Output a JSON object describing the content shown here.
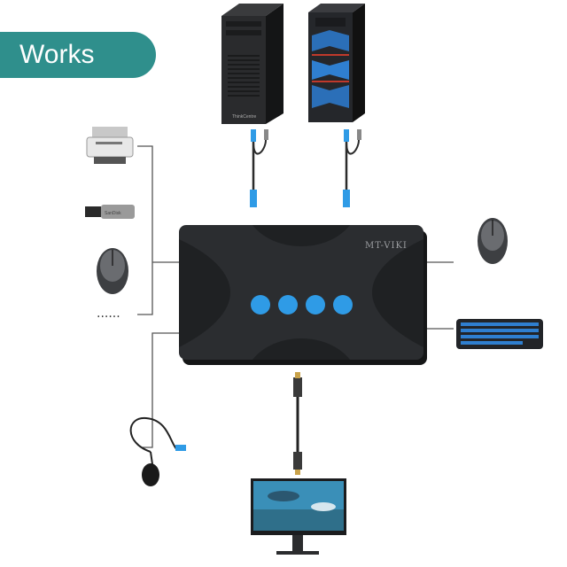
{
  "badge": {
    "label": "Works"
  },
  "switch": {
    "brand": "MT-VIKI",
    "buttons": 4,
    "button_color": "#2f9be6",
    "body_color": "#2b2d30"
  },
  "desktop_logo": "ThinkCentre",
  "dots": "......",
  "colors": {
    "badge": "#2f8f8c",
    "cable_blue": "#2f9be6",
    "line": "#555555"
  }
}
